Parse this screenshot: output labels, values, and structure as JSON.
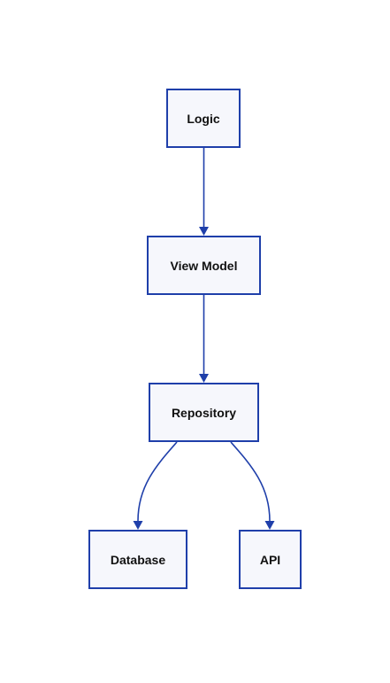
{
  "diagram": {
    "type": "flowchart",
    "direction": "top-to-bottom",
    "colors": {
      "node_fill": "#f6f7fc",
      "node_border": "#1f3faa",
      "edge": "#1f3faa",
      "text": "#111111"
    },
    "nodes": [
      {
        "id": "logic",
        "label": "Logic"
      },
      {
        "id": "view_model",
        "label": "View Model"
      },
      {
        "id": "repository",
        "label": "Repository"
      },
      {
        "id": "database",
        "label": "Database"
      },
      {
        "id": "api",
        "label": "API"
      }
    ],
    "edges": [
      {
        "from": "logic",
        "to": "view_model"
      },
      {
        "from": "view_model",
        "to": "repository"
      },
      {
        "from": "repository",
        "to": "database"
      },
      {
        "from": "repository",
        "to": "api"
      }
    ]
  }
}
